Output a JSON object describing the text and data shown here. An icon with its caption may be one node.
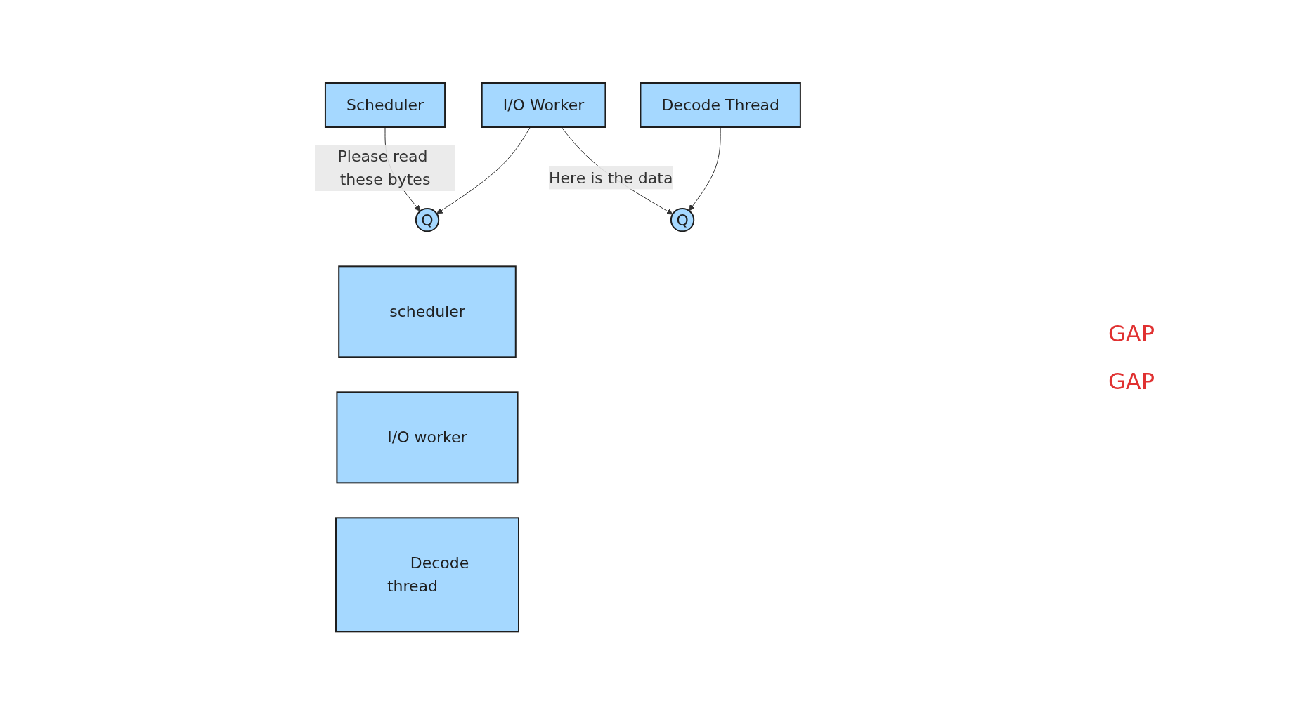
{
  "diagram": {
    "nodes": [
      {
        "text": [
          "Scheduler"
        ]
      },
      {
        "text": [
          "I/O Worker"
        ]
      },
      {
        "text": [
          "Decode Thread"
        ]
      },
      {
        "text": [
          "Q"
        ]
      },
      {
        "text": [
          "Q"
        ]
      },
      {
        "text": [
          "scheduler"
        ]
      },
      {
        "text": [
          "I/O worker"
        ]
      },
      {
        "text": [
          "Decode thread"
        ]
      }
    ],
    "edges": [
      {
        "from": 0,
        "to": 3,
        "arrow": "to",
        "label": "Please read these bytes"
      },
      {
        "from": 1,
        "to": 3,
        "arrow": "to"
      },
      {
        "from": 1,
        "to": 4,
        "arrow": "to",
        "label": "Here is the data"
      },
      {
        "from": 2,
        "to": 4,
        "arrow": "to"
      }
    ],
    "labels": [
      "GAP",
      "GAP"
    ]
  }
}
